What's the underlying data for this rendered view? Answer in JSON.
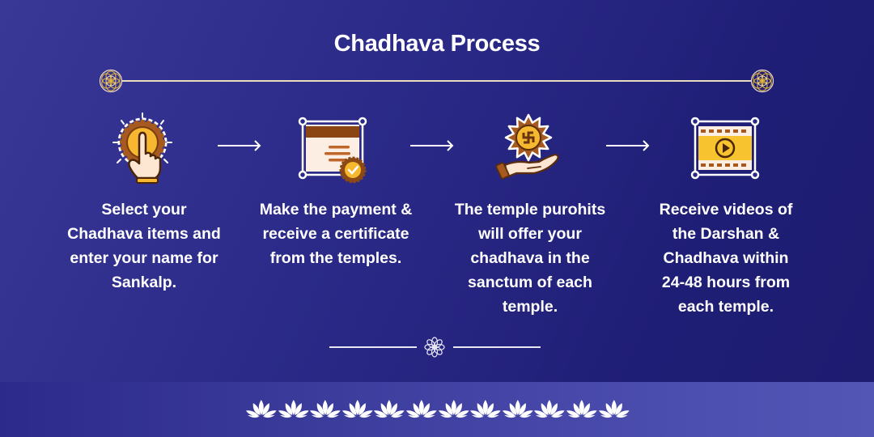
{
  "title": "Chadhava Process",
  "header_ornaments": {
    "left": "mandala-icon",
    "right": "mandala-icon"
  },
  "steps": [
    {
      "icon": "hand-tap-icon",
      "lines": [
        "Select your",
        "Chadhava items and",
        "enter your name for",
        "Sankalp."
      ]
    },
    {
      "icon": "certificate-icon",
      "lines": [
        "Make the payment &",
        "receive a certificate",
        "from the temples."
      ]
    },
    {
      "icon": "offering-hand-icon",
      "lines": [
        "The temple purohits",
        "will offer your",
        "chadhava in the",
        "sanctum of each",
        "temple."
      ]
    },
    {
      "icon": "video-film-icon",
      "lines": [
        "Receive videos of",
        "the Darshan &",
        "Chadhava within",
        "24-48 hours from",
        "each temple."
      ]
    }
  ],
  "arrows": [
    "arrow-right-icon",
    "arrow-right-icon",
    "arrow-right-icon"
  ],
  "bottom_ornament": "flower-icon",
  "footer": {
    "pattern_icon": "lotus-icon",
    "lotus_count": 12
  },
  "colors": {
    "background_start": "#3a3897",
    "background_end": "#1d1c70",
    "footer_start": "#2c2b8b",
    "footer_end": "#5456b6",
    "accent_gold": "#f5b82e",
    "accent_brown": "#a65a1f",
    "text": "#ffffff"
  }
}
